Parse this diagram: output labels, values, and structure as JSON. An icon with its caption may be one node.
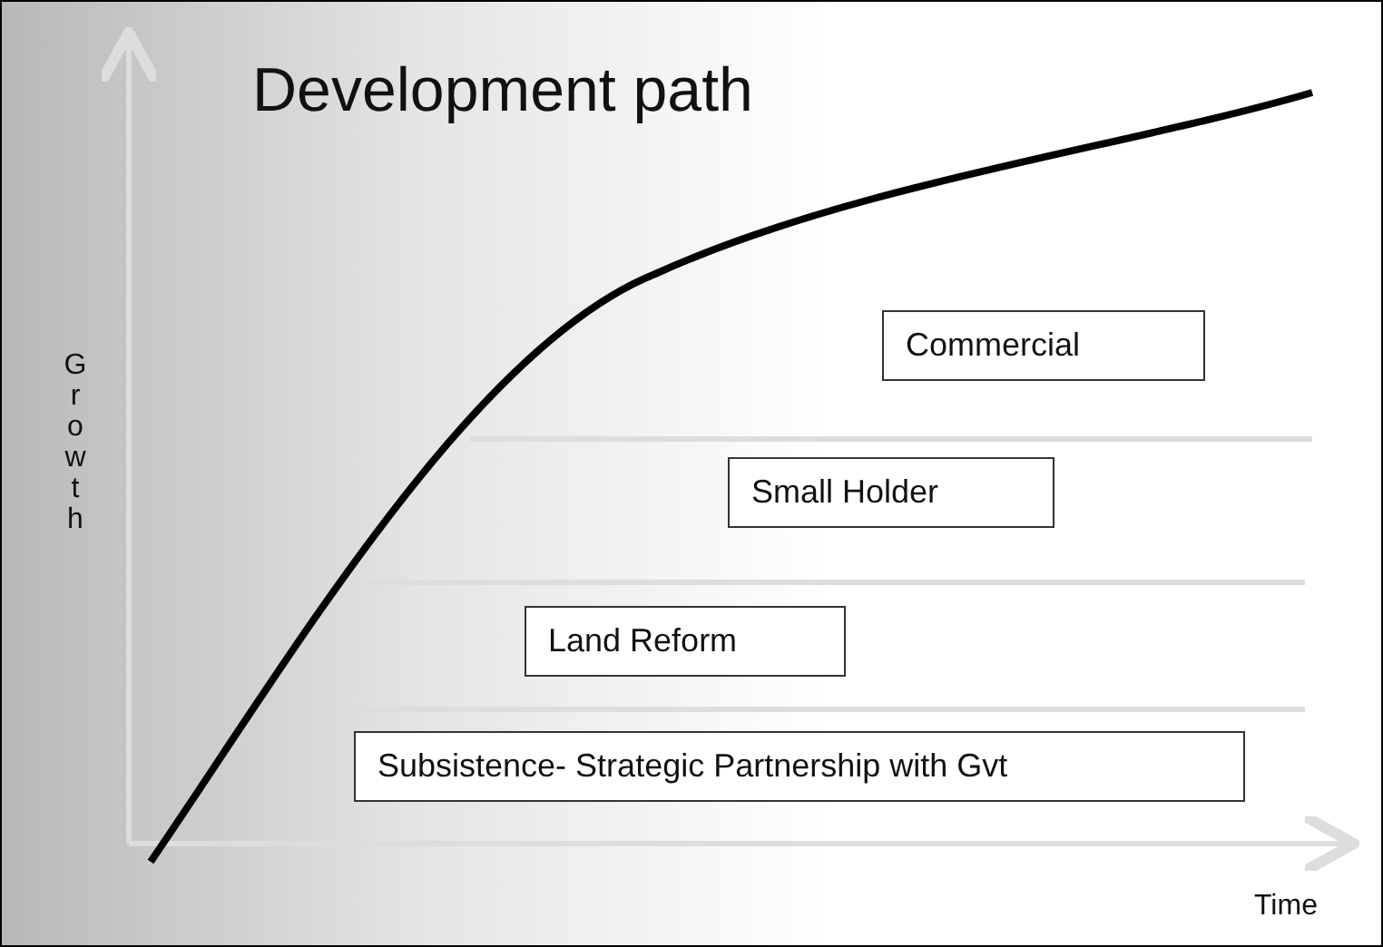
{
  "diagram": {
    "title": "Development path",
    "nodes": [
      {
        "text": [
          "Commercial"
        ]
      },
      {
        "text": [
          "Small Holder"
        ]
      },
      {
        "text": [
          "Land Reform"
        ]
      },
      {
        "text": [
          "Subsistence- Strategic Partnership with Gvt"
        ]
      }
    ],
    "labels": [
      "Growth",
      "Time"
    ]
  }
}
